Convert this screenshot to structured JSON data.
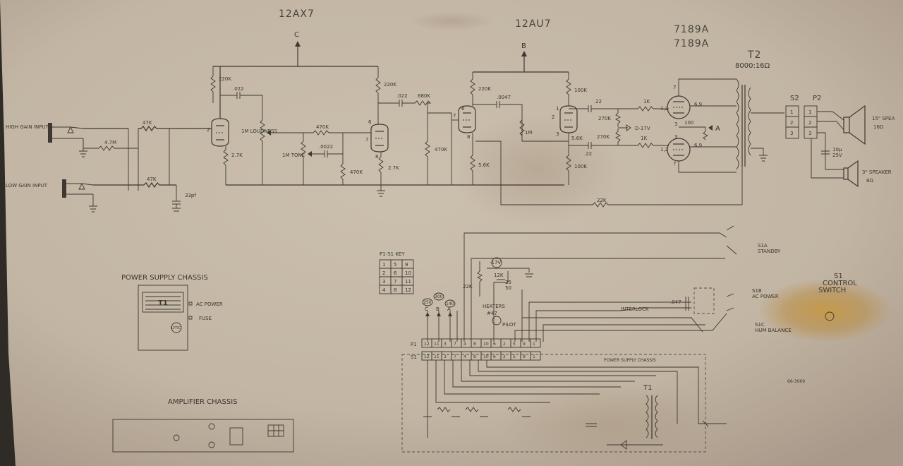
{
  "tubes": {
    "v1": "12AX7",
    "v2": "12AU7",
    "v3": "7189A",
    "v4": "7189A"
  },
  "transformer": {
    "name": "T2",
    "ratio": "8000:16Ω"
  },
  "supply_taps": {
    "c": "C",
    "b": "B",
    "a": "A"
  },
  "inputs": {
    "high_gain": "HIGH GAIN INPUT",
    "low_gain": "LOW GAIN INPUT"
  },
  "components": {
    "r_in1": "47K",
    "r_grid": "4.7M",
    "r_in2": "47K",
    "c_in": "33pf",
    "r_plate1": "220K",
    "c_couple1": ".022",
    "r_cath1": "2.7K",
    "pot_loud": "1M LOUDNESS",
    "r_470a": "470K",
    "pot_tone": "1M TONE",
    "c_tone": ".0022",
    "r_470b": "470K",
    "r_plate2": "220K",
    "c_couple2": ".022",
    "r_680": "680K",
    "r_cath2": "2.7K",
    "r_470c": "470K",
    "r_plate3": "220K",
    "c_0047": ".0047",
    "r_1m": "1M",
    "r_cath3": "5.6K",
    "r_100k_top": "100K",
    "r_5k6": "5.6K",
    "r_100k_bot": "100K",
    "c_22_top": ".22",
    "c_22_bot": ".22",
    "r_270k_top": "270K",
    "r_270k_bot": "270K",
    "r_1k_top": "1K",
    "r_1k_bot": "1K",
    "r_100": "100",
    "d_label": "D-17V",
    "node_a": "A",
    "pins_top": "6,9",
    "pins_bot": "6,9",
    "pin_12_top": "1,2",
    "pin_12_bot": "1,2",
    "pin_3_top": "3",
    "pin_3_bot": "3",
    "pin_7_top": "7",
    "pin_7_bot": "7",
    "r_feedback": "22K"
  },
  "switches": {
    "s2": "S2",
    "p2": "P2",
    "spk1": "15\" SPEA",
    "spk1_imp": "16Ω",
    "c_spk": "10μ",
    "c_spk_v": "25V",
    "spk2": "3\" SPEAKER",
    "spk2_imp": "8Ω"
  },
  "key": {
    "title": "P1-S1 KEY",
    "rows": [
      [
        "1",
        "5",
        "9"
      ],
      [
        "2",
        "6",
        "10"
      ],
      [
        "3",
        "7",
        "11"
      ],
      [
        "4",
        "8",
        "12"
      ]
    ]
  },
  "power": {
    "title": "POWER SUPPLY CHASSIS",
    "t1": "T1",
    "ac_power": "AC POWER",
    "fuse": "FUSE",
    "lytic": "LYTIC",
    "v_c": "250",
    "v_b": "300",
    "v_a": "140",
    "lbl_c": "C",
    "lbl_b": "B",
    "lbl_a": "A",
    "r22k": "22K",
    "v17": "-17V",
    "r12k": "12K",
    "c25": "25",
    "c50": "50",
    "heaters": "HEATERS",
    "pilot": "PILOT",
    "pilot_num": "#47",
    "interlock": "INTERLOCK",
    "c047": ".047",
    "s1a": "S1A",
    "standby": "STANDBY",
    "s1b": "S1B",
    "ac_power2": "AC POWER",
    "s1c": "S1C",
    "hum": "HUM BALANCE",
    "s1": "S1",
    "control": "CONTROL",
    "switch": "SWITCH",
    "p1": "P1",
    "s1_row": "S1",
    "pins": [
      "12",
      "11",
      "3",
      "7",
      "4",
      "8",
      "10",
      "6",
      "2",
      "5",
      "9",
      "1"
    ],
    "psc_box": "POWER SUPPLY CHASSIS",
    "t1_lower": "T1",
    "part_no": "66-3069"
  },
  "amp": {
    "title": "AMPLIFIER CHASSIS"
  }
}
